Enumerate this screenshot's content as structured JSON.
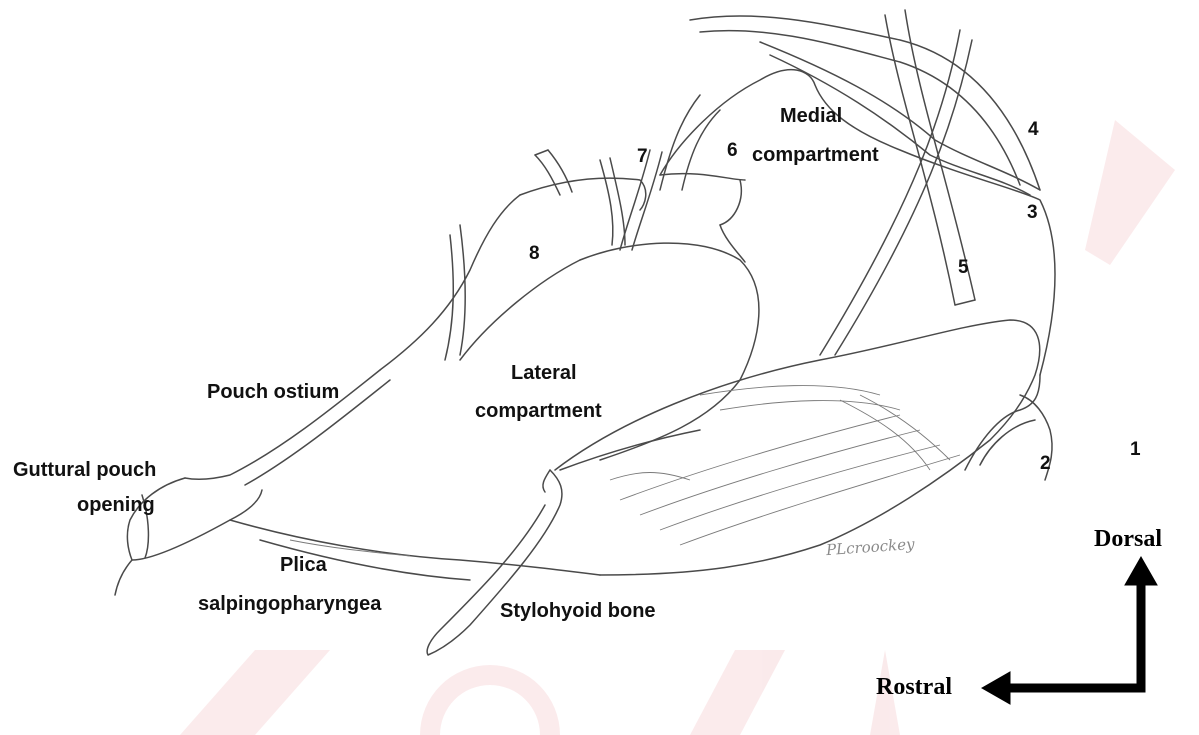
{
  "labels": {
    "medial_compartment_line1": "Medial",
    "medial_compartment_line2": "compartment",
    "lateral_compartment_line1": "Lateral",
    "lateral_compartment_line2": "compartment",
    "pouch_ostium": "Pouch ostium",
    "guttural_pouch_opening_line1": "Guttural pouch",
    "guttural_pouch_opening_line2": "opening",
    "plica_line1": "Plica",
    "plica_line2": "salpingopharyngea",
    "stylohyoid_bone": "Stylohyoid bone"
  },
  "numbers": {
    "n1": "1",
    "n2": "2",
    "n3": "3",
    "n4": "4",
    "n5": "5",
    "n6": "6",
    "n7": "7",
    "n8": "8"
  },
  "orientation": {
    "dorsal": "Dorsal",
    "rostral": "Rostral"
  },
  "signature": "PLcroockey"
}
